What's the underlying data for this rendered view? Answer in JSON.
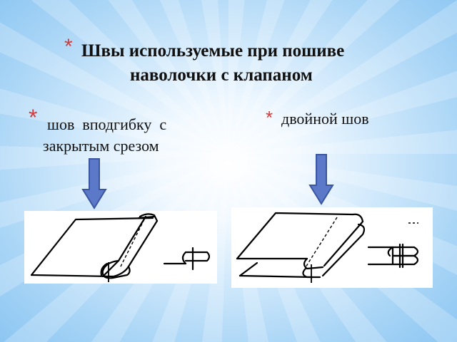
{
  "slide": {
    "title_line1": "Швы используемые при пошиве",
    "title_line2": "наволочки с клапаном",
    "left_item": {
      "line1": "шов  вподгибку  с",
      "line2": "закрытым срезом"
    },
    "right_item": {
      "text": "двойной шов"
    },
    "bullet_symbol": "*"
  },
  "colors": {
    "bullet": "#d23c3c",
    "arrow_fill": "#5b79c8",
    "arrow_stroke": "#3a56a0",
    "background": "#a9d5f6"
  }
}
